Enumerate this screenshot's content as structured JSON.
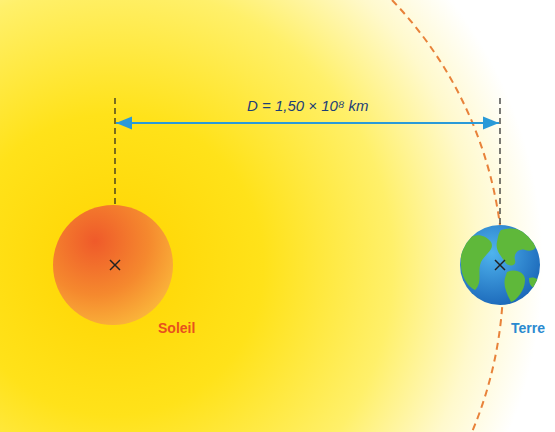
{
  "diagram": {
    "nodes": [
      {
        "text": [
          "Soleil"
        ]
      },
      {
        "text": [
          "Terre"
        ]
      }
    ],
    "labels": [
      "D = 1,50 × 10⁸ km"
    ]
  }
}
